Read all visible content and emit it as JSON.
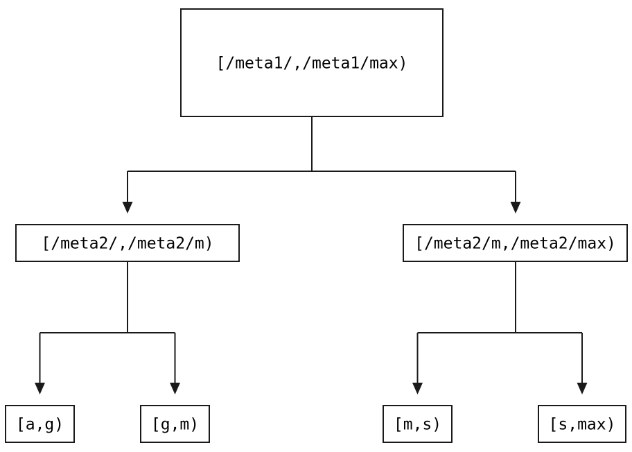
{
  "diagram": {
    "type": "tree",
    "colors": {
      "line": "#1a1a1a",
      "box_fill": "#ffffff",
      "text": "#000000",
      "background": "#ffffff"
    },
    "nodes": {
      "root": {
        "label": "[/meta1/,/meta1/max)"
      },
      "left": {
        "label": "[/meta2/,/meta2/m)"
      },
      "right": {
        "label": "[/meta2/m,/meta2/max)"
      },
      "leaf_ag": {
        "label": "[a,g)"
      },
      "leaf_gm": {
        "label": "[g,m)"
      },
      "leaf_ms": {
        "label": "[m,s)"
      },
      "leaf_smax": {
        "label": "[s,max)"
      }
    },
    "edges": [
      {
        "from": "root",
        "to": "left"
      },
      {
        "from": "root",
        "to": "right"
      },
      {
        "from": "left",
        "to": "leaf_ag"
      },
      {
        "from": "left",
        "to": "leaf_gm"
      },
      {
        "from": "right",
        "to": "leaf_ms"
      },
      {
        "from": "right",
        "to": "leaf_smax"
      }
    ]
  }
}
